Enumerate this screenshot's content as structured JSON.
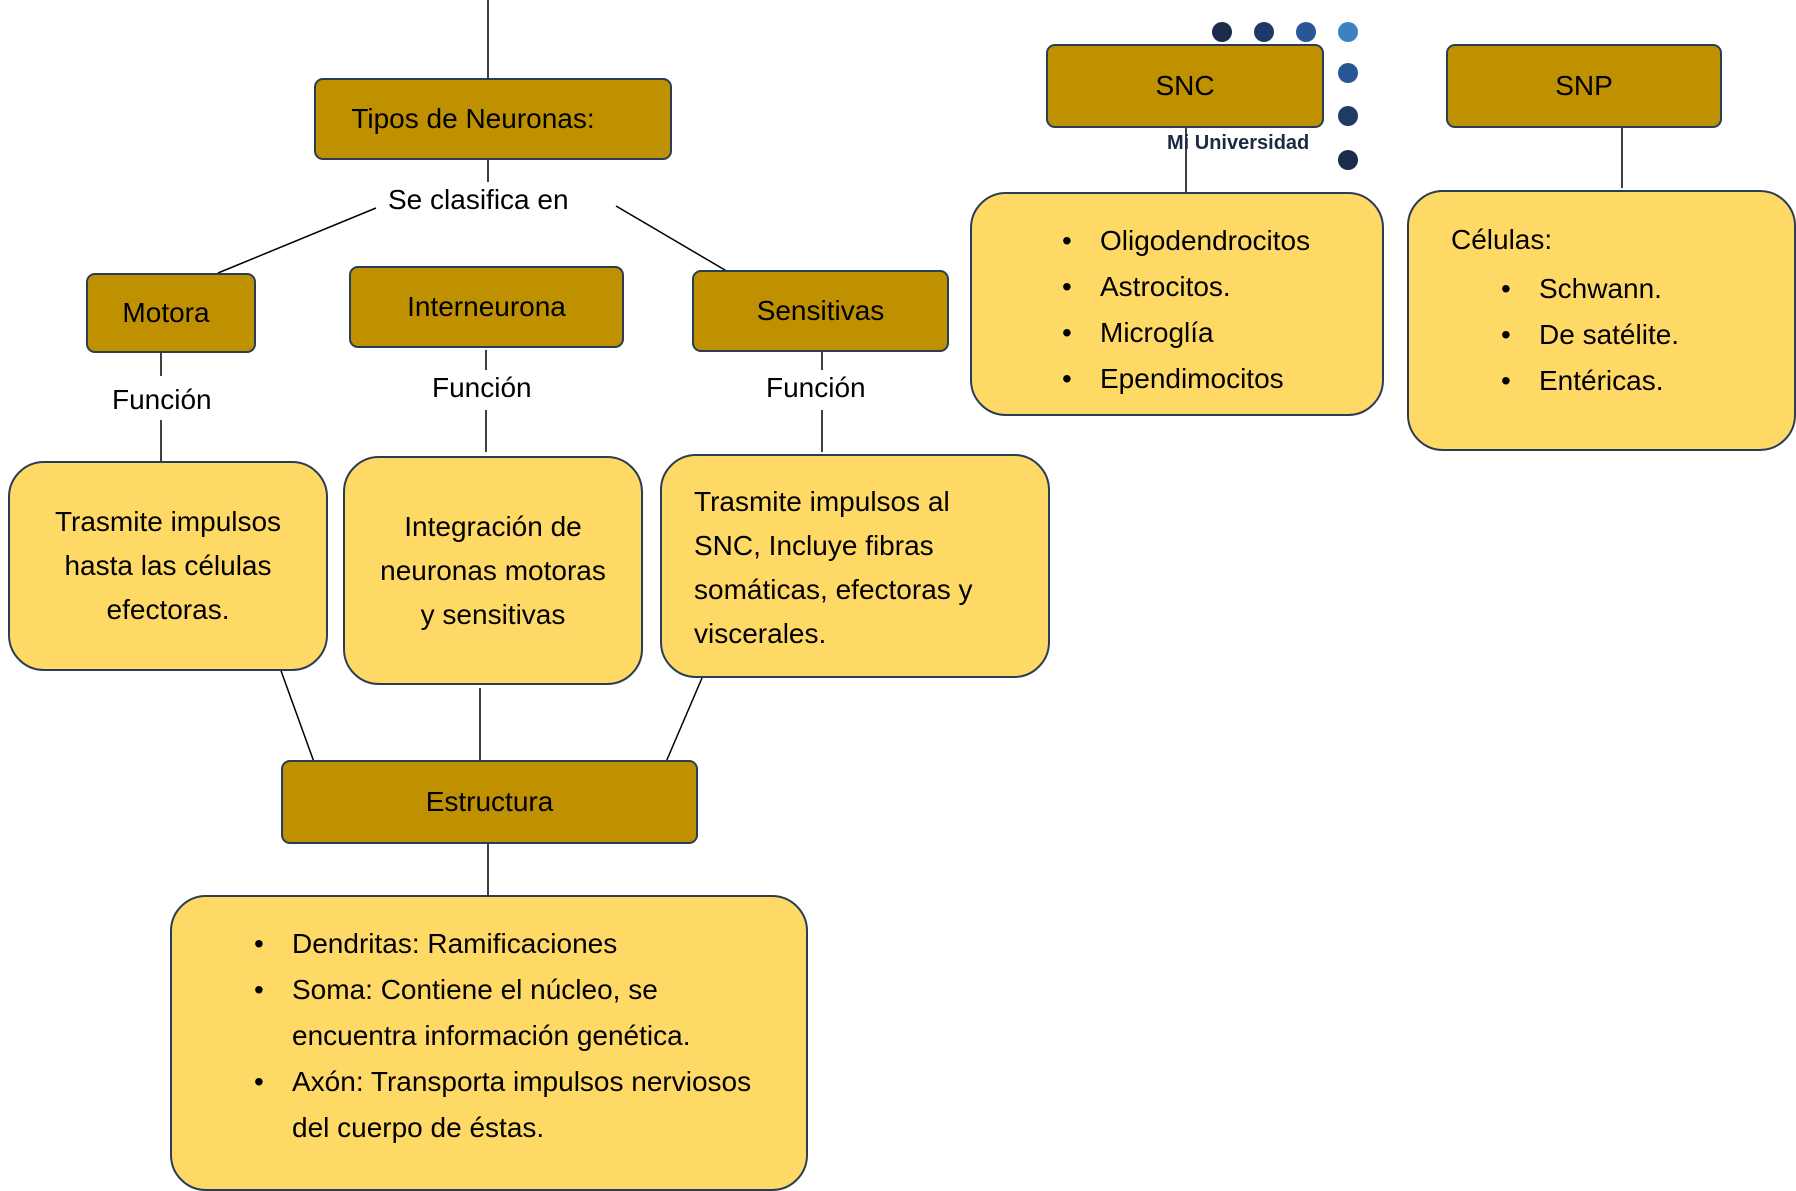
{
  "top": {
    "types_title": "Tipos de Neuronas:",
    "classify_label": "Se clasifica en"
  },
  "types": [
    {
      "title": "Motora",
      "relation": "Función",
      "description": "Trasmite impulsos hasta las células efectoras."
    },
    {
      "title": "Interneurona",
      "relation": "Función",
      "description": "Integración de neuronas motoras y sensitivas"
    },
    {
      "title": "Sensitivas",
      "relation": "Función",
      "description": "Trasmite impulsos al SNC, Incluye fibras somáticas, efectoras y viscerales."
    }
  ],
  "structure": {
    "title": "Estructura",
    "items": [
      "Dendritas: Ramificaciones",
      "Soma: Contiene el núcleo, se encuentra información genética.",
      "Axón: Transporta impulsos nerviosos del cuerpo de éstas."
    ]
  },
  "snc": {
    "title": "SNC",
    "items": [
      "Oligodendrocitos",
      "Astrocitos.",
      "Microglía",
      "Ependimocitos"
    ]
  },
  "snp": {
    "title": "SNP",
    "intro": "Células:",
    "items": [
      "Schwann.",
      "De satélite.",
      "Entéricas."
    ]
  },
  "logo": {
    "text": "Mi Universidad",
    "colors": [
      "#1a2b4c",
      "#203a66",
      "#2a5597",
      "#3b82c4"
    ]
  },
  "colors": {
    "header_fill": "#bf9000",
    "card_fill": "#ffd966",
    "border": "#2b3d55"
  }
}
